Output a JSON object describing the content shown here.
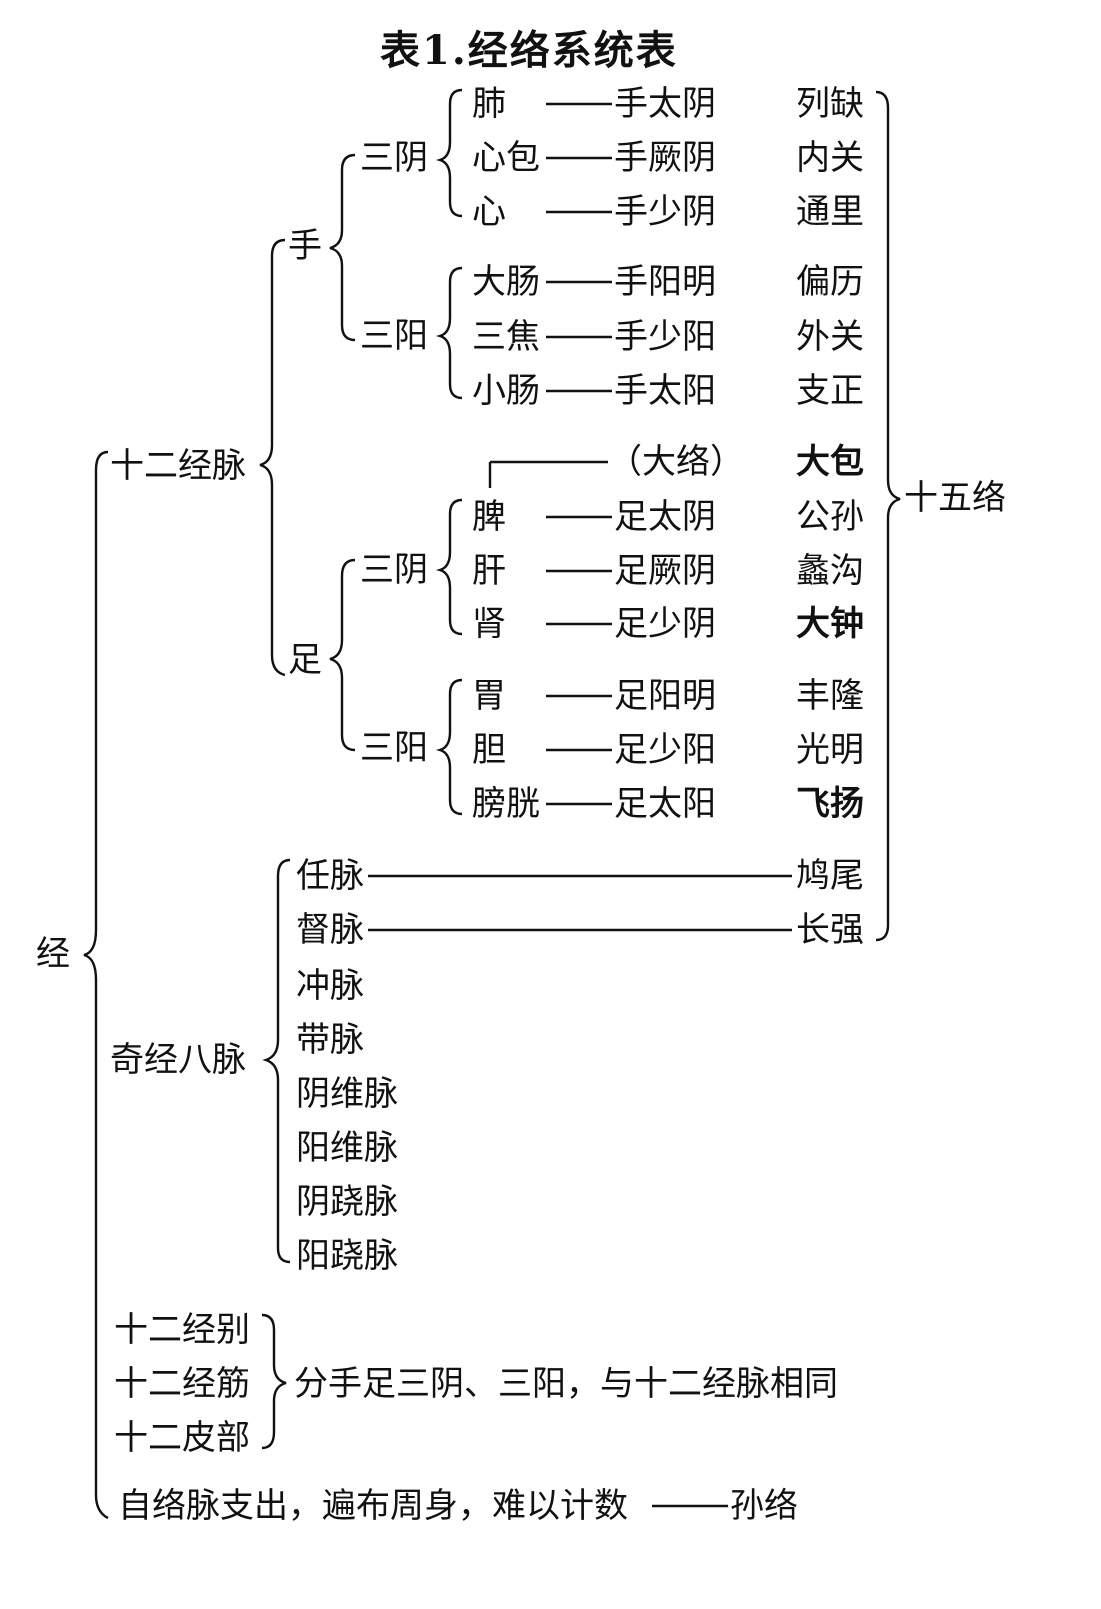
{
  "title": "表1.经络系统表",
  "root": "经",
  "twelve_meridians": {
    "label": "十二经脉",
    "hand": {
      "label": "手",
      "yin": {
        "label": "三阴",
        "rows": [
          {
            "organ": "肺",
            "channel": "手太阴",
            "luo": "列缺"
          },
          {
            "organ": "心包",
            "channel": "手厥阴",
            "luo": "内关"
          },
          {
            "organ": "心",
            "channel": "手少阴",
            "luo": "通里"
          }
        ]
      },
      "yang": {
        "label": "三阳",
        "rows": [
          {
            "organ": "大肠",
            "channel": "手阳明",
            "luo": "偏历"
          },
          {
            "organ": "三焦",
            "channel": "手少阳",
            "luo": "外关"
          },
          {
            "organ": "小肠",
            "channel": "手太阳",
            "luo": "支正"
          }
        ]
      }
    },
    "foot": {
      "label": "足",
      "great_luo": {
        "channel": "（大络）",
        "luo": "大包"
      },
      "yin": {
        "label": "三阴",
        "rows": [
          {
            "organ": "脾",
            "channel": "足太阴",
            "luo": "公孙"
          },
          {
            "organ": "肝",
            "channel": "足厥阴",
            "luo": "蠡沟"
          },
          {
            "organ": "肾",
            "channel": "足少阴",
            "luo": "大钟"
          }
        ]
      },
      "yang": {
        "label": "三阳",
        "rows": [
          {
            "organ": "胃",
            "channel": "足阳明",
            "luo": "丰隆"
          },
          {
            "organ": "胆",
            "channel": "足少阳",
            "luo": "光明"
          },
          {
            "organ": "膀胱",
            "channel": "足太阳",
            "luo": "飞扬"
          }
        ]
      }
    }
  },
  "fifteen_luo": "十五络",
  "extra_meridians": {
    "label": "奇经八脉",
    "items": [
      "任脉",
      "督脉",
      "冲脉",
      "带脉",
      "阴维脉",
      "阳维脉",
      "阴跷脉",
      "阳跷脉"
    ],
    "ren_luo": "鸠尾",
    "du_luo": "长强"
  },
  "others": {
    "items": [
      "十二经别",
      "十二经筋",
      "十二皮部"
    ],
    "note": "分手足三阴、三阳，与十二经脉相同"
  },
  "sun_luo": {
    "text": "自络脉支出，遍布周身，难以计数",
    "label": "孙络"
  }
}
